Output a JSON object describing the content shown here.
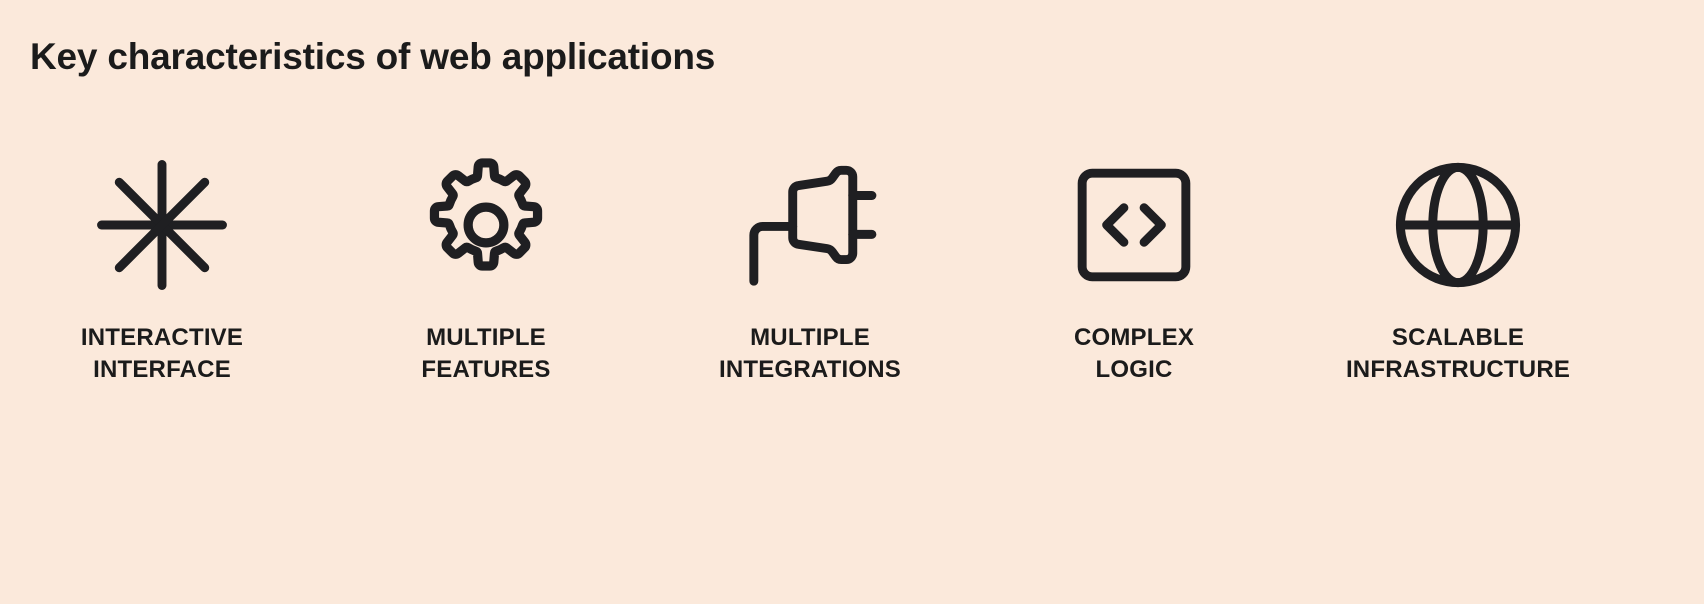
{
  "slide": {
    "title": "Key characteristics of web applications",
    "background_color": "#fbe9db",
    "text_color": "#1b1b1b",
    "icon_color": "#1f1f22"
  },
  "columns": [
    {
      "icon": "asterisk-starburst-icon",
      "label_line1": "INTERACTIVE",
      "label_line2": "INTERFACE"
    },
    {
      "icon": "gear-icon",
      "label_line1": "MULTIPLE",
      "label_line2": "FEATURES"
    },
    {
      "icon": "power-plug-icon",
      "label_line1": "MULTIPLE",
      "label_line2": "INTEGRATIONS"
    },
    {
      "icon": "code-brackets-icon",
      "label_line1": "COMPLEX",
      "label_line2": "LOGIC"
    },
    {
      "icon": "globe-icon",
      "label_line1": "SCALABLE",
      "label_line2": "INFRASTRUCTURE"
    }
  ]
}
